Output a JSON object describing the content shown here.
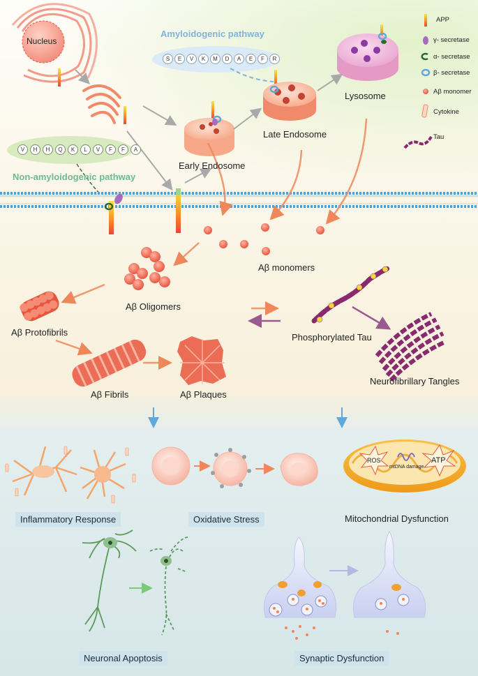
{
  "colors": {
    "amyloidogenic": "#7fb4dc",
    "non_amyloidogenic": "#6dbb8e",
    "abeta_red": "#e8553e",
    "membrane": "#4aa3d8",
    "tau_purple": "#8a2a6e",
    "neuron_orange": "#f3a56a",
    "neuron_green": "#5a9a5a",
    "box_blue": "#cfe3ec"
  },
  "organelles": {
    "nucleus": "Nucleus",
    "early_endosome": "Early Endosome",
    "late_endosome": "Late Endosome",
    "lysosome": "Lysosome"
  },
  "pathways": {
    "amyloidogenic": "Amyloidogenic pathway",
    "non_amyloidogenic": "Non-amyloidogenic pathway",
    "amy_sequence": [
      "S",
      "E",
      "V",
      "K",
      "M",
      "D",
      "A",
      "E",
      "F",
      "R"
    ],
    "non_sequence": [
      "V",
      "H",
      "H",
      "Q",
      "K",
      "L",
      "V",
      "F",
      "F",
      "A"
    ]
  },
  "legend": [
    {
      "icon": "app-icon",
      "label": "APP"
    },
    {
      "icon": "gamma-secretase-icon",
      "label": "γ- secretase"
    },
    {
      "icon": "alpha-secretase-icon",
      "label": "α- secretase"
    },
    {
      "icon": "beta-secretase-icon",
      "label": "β- secretase"
    },
    {
      "icon": "abeta-monomer-icon",
      "label": "Aβ monomer"
    },
    {
      "icon": "cytokine-icon",
      "label": "Cytokine"
    },
    {
      "icon": "tau-icon",
      "label": "Tau"
    }
  ],
  "aggregation": {
    "monomers": "Aβ monomers",
    "oligomers": "Aβ Oligomers",
    "protofibrils": "Aβ Protofibrils",
    "fibrils": "Aβ Fibrils",
    "plaques": "Aβ Plaques",
    "phospho_tau": "Phosphorylated Tau",
    "tangles": "Neurofibrillary Tangles"
  },
  "mito_labels": {
    "ros": "ROS",
    "mtdna": "mtDNA damage",
    "atp": "ATP"
  },
  "outcomes": {
    "inflammatory": "Inflammatory Response",
    "oxidative": "Oxidative Stress",
    "mitochondrial": "Mitochondrial Dysfunction",
    "apoptosis": "Neuronal Apoptosis",
    "synaptic": "Synaptic Dysfunction"
  }
}
